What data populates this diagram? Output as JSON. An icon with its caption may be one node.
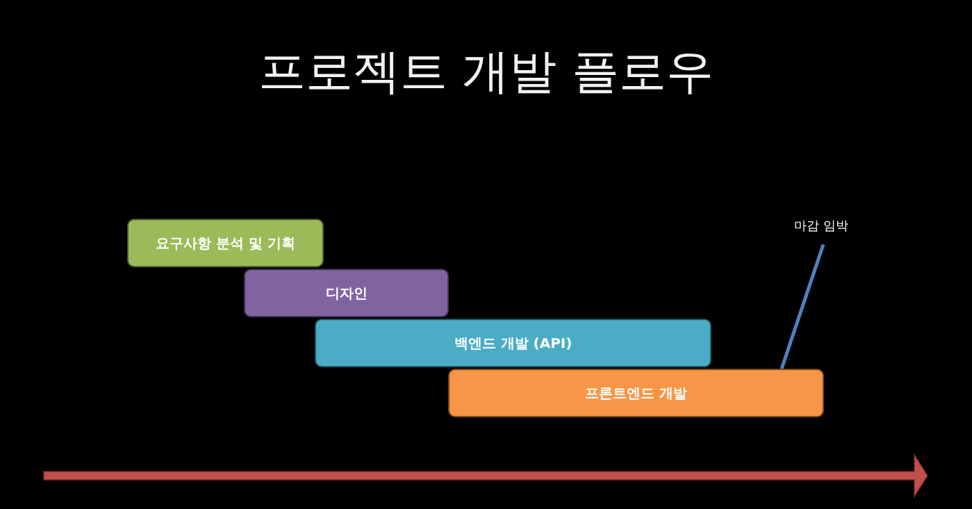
{
  "diagram": {
    "title": "프로젝트 개발 플로우",
    "nodes": [
      {
        "text": [
          "요구사항 분석 및 기획"
        ]
      },
      {
        "text": [
          "디자인"
        ]
      },
      {
        "text": [
          "백엔드 개발 (API)"
        ]
      },
      {
        "text": [
          "프론트엔드 개발"
        ]
      },
      {
        "text": [
          "마감 임박"
        ]
      }
    ],
    "edges": [
      {
        "from": 4,
        "to": 3,
        "arrow": "none"
      }
    ]
  }
}
